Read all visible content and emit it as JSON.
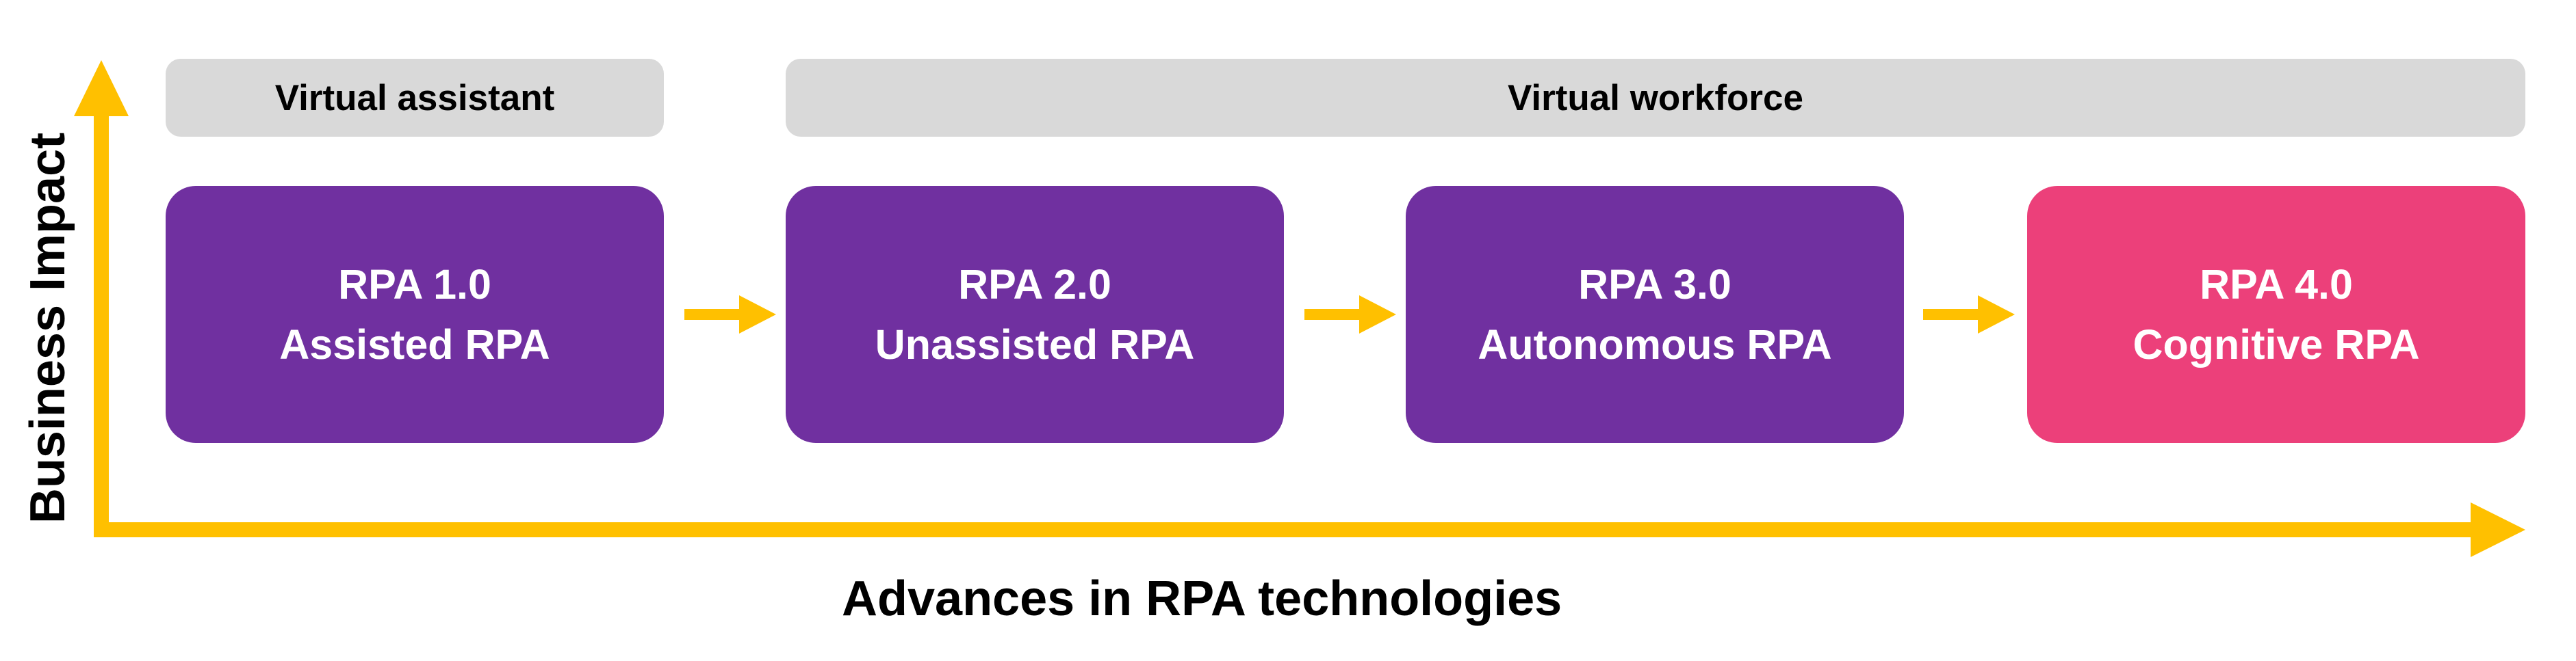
{
  "colors": {
    "accent_axis": "#ffc000",
    "band_gray": "#d9d9d9",
    "stage_purple": "#7030a0",
    "stage_pink": "#ec407a"
  },
  "bands": {
    "virtual_assistant": "Virtual assistant",
    "virtual_workforce": "Virtual workforce"
  },
  "stages": [
    {
      "title": "RPA 1.0",
      "subtitle": "Assisted RPA"
    },
    {
      "title": "RPA 2.0",
      "subtitle": "Unassisted RPA"
    },
    {
      "title": "RPA 3.0",
      "subtitle": "Autonomous RPA"
    },
    {
      "title": "RPA 4.0",
      "subtitle": "Cognitive RPA"
    }
  ],
  "axes": {
    "x_title": "Advances in RPA technologies",
    "y_title": "Business Impact"
  }
}
